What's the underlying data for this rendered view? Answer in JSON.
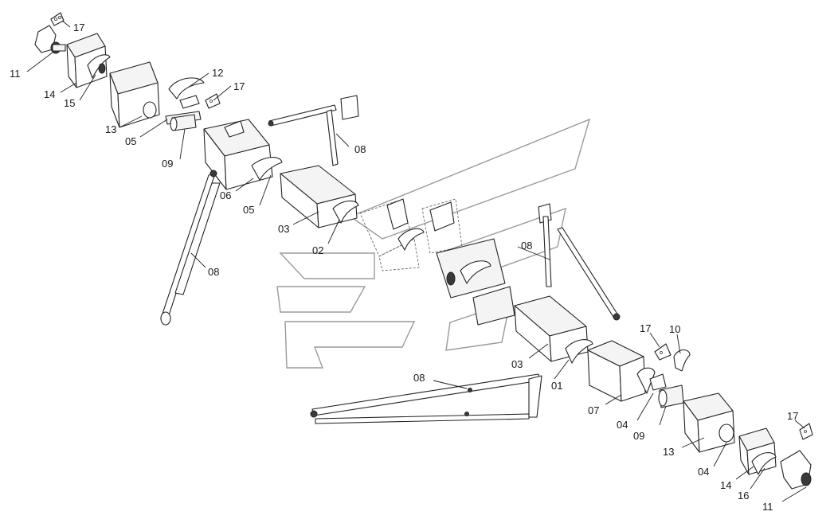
{
  "labels": {
    "l01": "01",
    "l02": "02",
    "l03a": "03",
    "l03b": "03",
    "l04a": "04",
    "l04b": "04",
    "l05a": "05",
    "l05b": "05",
    "l06": "06",
    "l07": "07",
    "l08a": "08",
    "l08b": "08",
    "l08c": "08",
    "l08d": "08",
    "l09a": "09",
    "l09b": "09",
    "l10": "10",
    "l11a": "11",
    "l11b": "11",
    "l12": "12",
    "l13a": "13",
    "l13b": "13",
    "l14a": "14",
    "l14b": "14",
    "l15": "15",
    "l16": "16",
    "l17a": "17",
    "l17b": "17",
    "l17c": "17"
  }
}
